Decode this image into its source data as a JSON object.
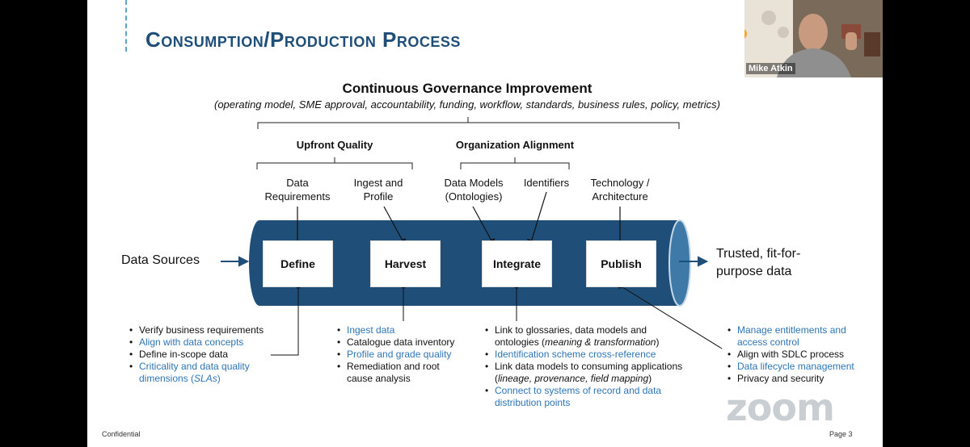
{
  "slide": {
    "title": "Consumption/Production Process",
    "governance_title": "Continuous Governance Improvement",
    "governance_subtitle": "(operating model, SME approval, accountability, funding, workflow, standards, business rules, policy, metrics)",
    "group_upfront": "Upfront Quality",
    "group_org": "Organization Alignment",
    "inputs": [
      {
        "l1": "Data",
        "l2": "Requirements"
      },
      {
        "l1": "Ingest and",
        "l2": "Profile"
      },
      {
        "l1": "Data Models",
        "l2": "(Ontologies)"
      },
      {
        "l1": "Identifiers",
        "l2": ""
      },
      {
        "l1": "Technology /",
        "l2": "Architecture"
      }
    ],
    "left_label": "Data Sources",
    "right_label_l1": "Trusted, fit-for-",
    "right_label_l2": "purpose data",
    "stages": [
      "Define",
      "Harvest",
      "Integrate",
      "Publish"
    ],
    "bullets": {
      "define": [
        {
          "t": "Verify business requirements",
          "blue": false
        },
        {
          "t": "Align with data concepts",
          "blue": true
        },
        {
          "t": "Define in-scope data",
          "blue": false
        }
      ],
      "define_last": {
        "t1": "Criticality and data quality",
        "t2": "dimensions (",
        "t3": "SLAs",
        "t4": ")"
      },
      "harvest": [
        {
          "t": "Ingest data",
          "blue": true
        },
        {
          "t": "Catalogue data inventory",
          "blue": false
        },
        {
          "t": "Profile and grade quality",
          "blue": true
        },
        {
          "t": "Remediation and root",
          "blue": false
        }
      ],
      "harvest_cont": "cause analysis",
      "integrate_1a": "Link to glossaries, data models and",
      "integrate_1b": "ontologies (",
      "integrate_1c": "meaning & transformation",
      "integrate_1d": ")",
      "integrate_2": "Identification scheme cross-reference",
      "integrate_3a": "Link data models to consuming applications",
      "integrate_3b": "(",
      "integrate_3c": "lineage, provenance, field mapping",
      "integrate_3d": ")",
      "integrate_4a": "Connect to systems of record and data",
      "integrate_4b": "distribution points",
      "publish_1a": "Manage entitlements and",
      "publish_1b": "access control",
      "publish_2": "Align with SDLC process",
      "publish_3": "Data lifecycle management",
      "publish_4": "Privacy and security"
    },
    "footer_left": "Confidential",
    "footer_right": "Page 3"
  },
  "video": {
    "participant": "Mike Atkin",
    "watermark": "zoom"
  },
  "colors": {
    "title": "#1f4e79",
    "pipe": "#1f4e79",
    "blue_text": "#2e75b6"
  }
}
